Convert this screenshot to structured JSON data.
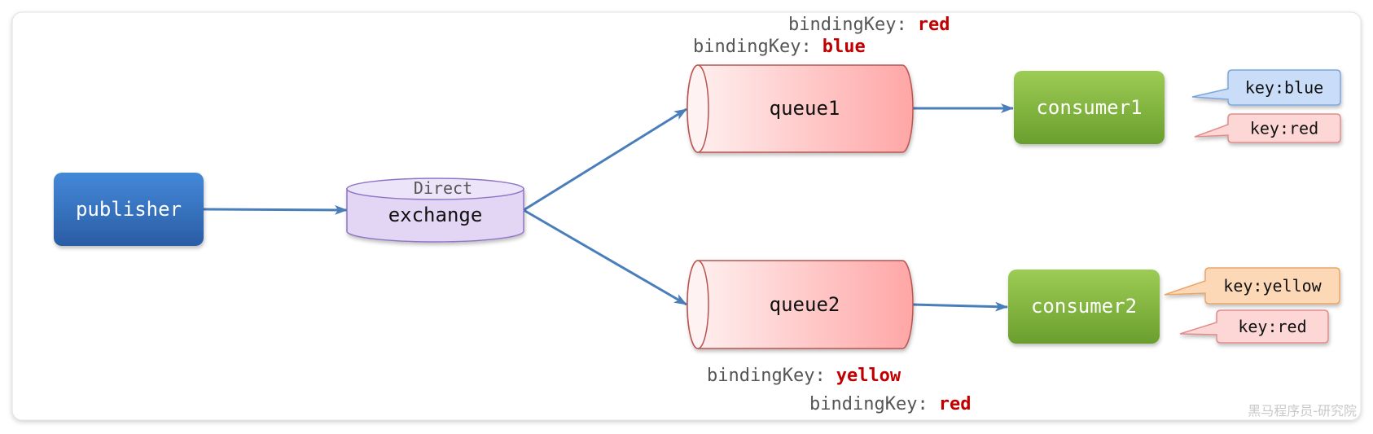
{
  "diagram": {
    "publisher": {
      "label": "publisher"
    },
    "exchange": {
      "kind": "Direct",
      "label": "exchange"
    },
    "queues": [
      {
        "label": "queue1",
        "binding_keys": [
          {
            "prefix": "bindingKey:",
            "value": "red"
          },
          {
            "prefix": "bindingKey:",
            "value": "blue"
          }
        ]
      },
      {
        "label": "queue2",
        "binding_keys": [
          {
            "prefix": "bindingKey:",
            "value": "yellow"
          },
          {
            "prefix": "bindingKey:",
            "value": "red"
          }
        ]
      }
    ],
    "consumers": [
      {
        "label": "consumer1",
        "keys": [
          "key:blue",
          "key:red"
        ]
      },
      {
        "label": "consumer2",
        "keys": [
          "key:yellow",
          "key:red"
        ]
      }
    ]
  },
  "watermark": "黑马程序员-研究院",
  "colors": {
    "arrow": "#4a7ebb",
    "publisher_top": "#4488d8",
    "publisher_bottom": "#2a5da5",
    "exchange_fill": "#e2d6f4",
    "exchange_top": "#ece4f8",
    "exchange_stroke": "#8f74c6",
    "queue_light": "#fff2f2",
    "queue_dark": "#ffa6a6",
    "queue_stroke": "#b85450",
    "consumer_top": "#9dcc55",
    "consumer_bottom": "#6a9e2d",
    "binding_prefix": "#555555",
    "binding_value": "#c00000",
    "key_blue_fill": "#c9dcf8",
    "key_blue_stroke": "#7ea6dc",
    "key_red_fill": "#fdd6d6",
    "key_red_stroke": "#e38c8c",
    "key_yellow_fill": "#fdd8b6",
    "key_yellow_stroke": "#eaa66a"
  }
}
